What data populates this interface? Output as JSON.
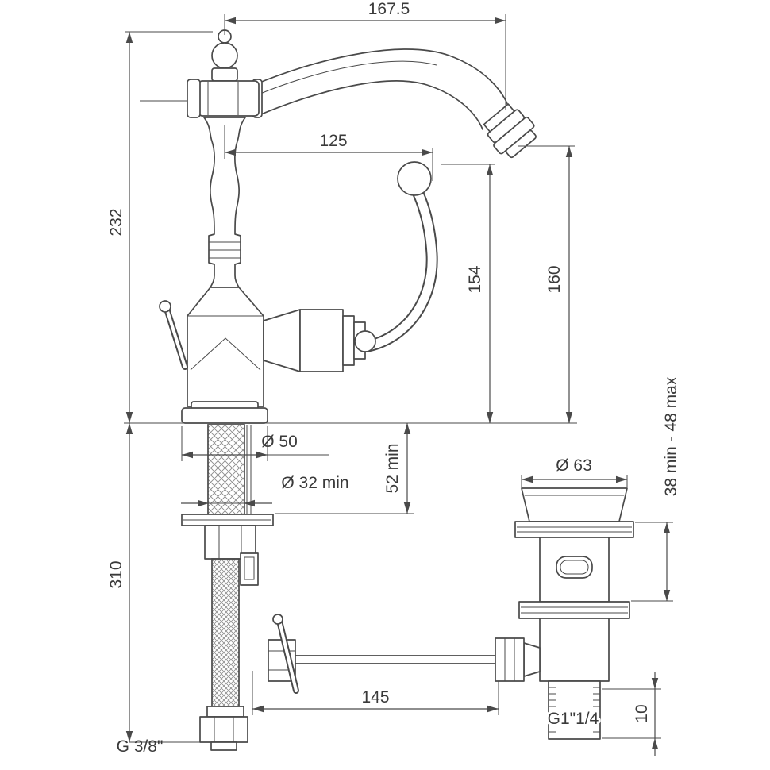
{
  "drawing": {
    "type": "technical-dimension-drawing",
    "subject": "classic single-lever basin mixer tap with flexible supply hose and pop-up waste drain"
  },
  "dims": {
    "spout_reach": "167.5",
    "spout_height": "232",
    "lever_offset": "125",
    "lever_height": "154",
    "outlet_height": "160",
    "base_diameter": "Ø 50",
    "hole_diameter": "Ø 32 min",
    "deck_clearance": "52 min",
    "waste_flange_diameter": "Ø 63",
    "deck_thickness_range": "38 min - 48 max",
    "hose_length": "310",
    "rod_length": "145",
    "thread_length": "10",
    "supply_thread": "G 3/8\"",
    "waste_thread": "G1\"1/4"
  },
  "colors": {
    "line": "#4a4a4a",
    "text": "#3a3a3a",
    "background": "#ffffff"
  }
}
